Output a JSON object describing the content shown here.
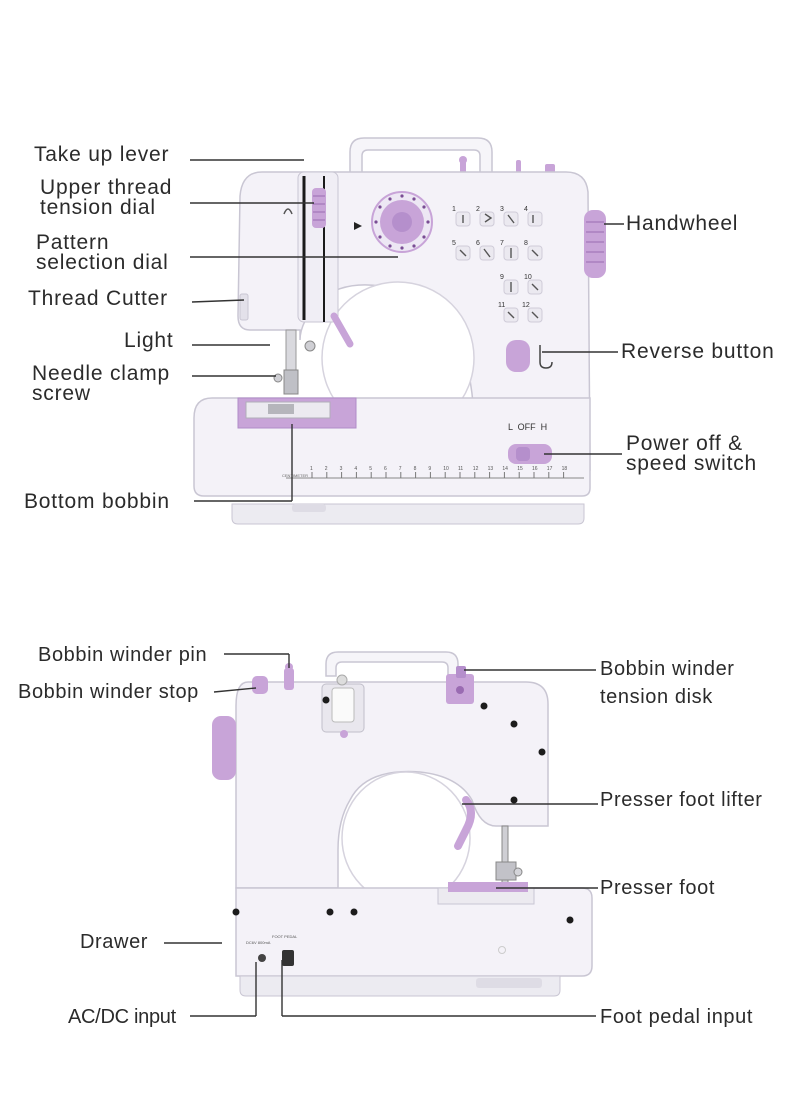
{
  "colors": {
    "body": "#f4f2f8",
    "outline": "#c9c6d3",
    "accent": "#c8a4d8",
    "accent_dark": "#9a6bb2",
    "leader": "#333333",
    "text": "#2b2b2b"
  },
  "front_view": {
    "labels": {
      "take_up_lever": "Take up lever",
      "upper_thread_tension_dial": "Upper thread\ntension dial",
      "pattern_selection_dial": "Pattern\nselection dial",
      "thread_cutter": "Thread Cutter",
      "light": "Light",
      "needle_clamp_screw": "Needle clamp\nscrew",
      "bottom_bobbin": "Bottom bobbin",
      "handwheel": "Handwheel",
      "reverse_button": "Reverse button",
      "power_speed_switch": "Power off &\nspeed switch"
    },
    "switch_marks": "L  OFF  H",
    "stitch_numbers": [
      "1",
      "2",
      "3",
      "4",
      "5",
      "6",
      "7",
      "8",
      "9",
      "10",
      "11",
      "12"
    ],
    "ruler_numbers": [
      "1",
      "2",
      "3",
      "4",
      "5",
      "6",
      "7",
      "8",
      "9",
      "10",
      "11",
      "12",
      "13",
      "14",
      "15",
      "16",
      "17",
      "18"
    ],
    "ruler_unit": "CENTIMETER"
  },
  "back_view": {
    "labels": {
      "bobbin_winder_pin": "Bobbin winder pin",
      "bobbin_winder_stop": "Bobbin winder stop",
      "drawer": "Drawer",
      "ac_dc_input": "AC/DC input",
      "bobbin_winder_tension_disk": "Bobbin winder\ntension disk",
      "presser_foot_lifter": "Presser foot lifter",
      "presser_foot": "Presser foot",
      "foot_pedal_input": "Foot pedal input"
    },
    "port_marks": {
      "dc_port": "DC6V 800mA",
      "pedal_port": "FOOT PEDAL"
    }
  }
}
